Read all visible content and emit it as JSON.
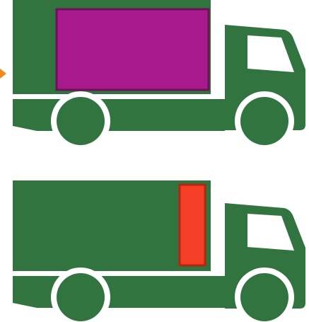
{
  "colors": {
    "background": "#ffffff",
    "truck_body": "#317440",
    "window": "#ffffff",
    "wheel_gap": "#ffffff",
    "arrow": "#f28a1a"
  },
  "trucks": [
    {
      "name": "top-truck",
      "highlight": {
        "label": "cargo-box-region",
        "fill": "#a7198c",
        "stroke": "#6d1257",
        "icon": "magenta-rectangle"
      },
      "pointer": {
        "icon": "arrow-right-icon"
      }
    },
    {
      "name": "bottom-truck",
      "highlight": {
        "label": "cargo-rear-panel",
        "fill": "#f43f26",
        "stroke": "#b3260f",
        "icon": "red-rectangle"
      }
    }
  ]
}
